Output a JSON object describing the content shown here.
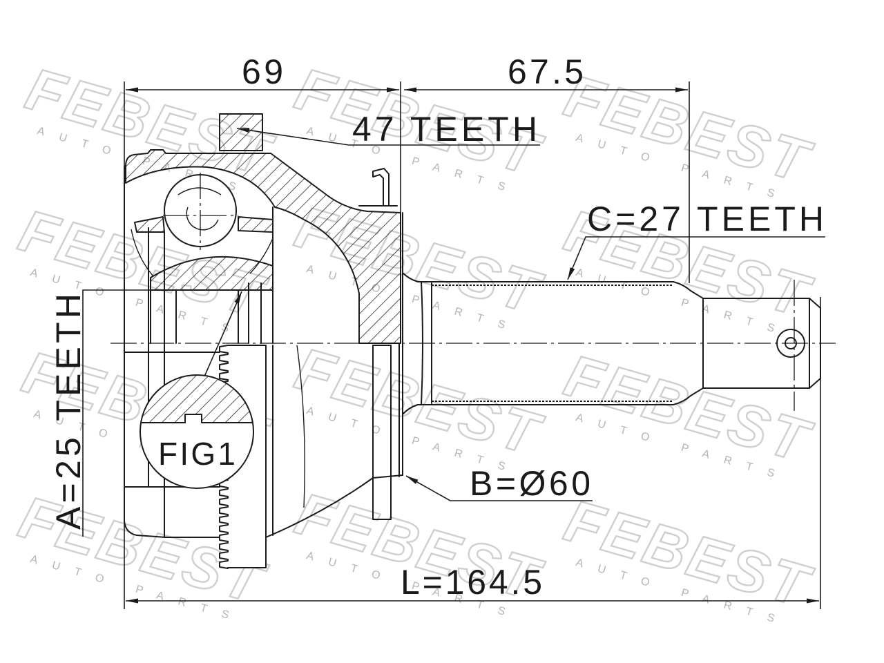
{
  "dimensions": {
    "outer_length": "69",
    "shaft_length": "67.5",
    "total_length": "L=164.5"
  },
  "labels": {
    "outer_teeth": "47 TEETH",
    "shaft_teeth": "C=27 TEETH",
    "inner_teeth": "A=25 TEETH",
    "detail": "FIG1",
    "abs_diameter": "B=Ø60"
  },
  "watermark": {
    "brand": "FEBEST",
    "tagline": "AUTO PARTS"
  },
  "colors": {
    "line": "#1a1a1a",
    "watermark": "#cfcfcf",
    "watermark_tagline": "#b5b5b5",
    "background": "#ffffff"
  }
}
